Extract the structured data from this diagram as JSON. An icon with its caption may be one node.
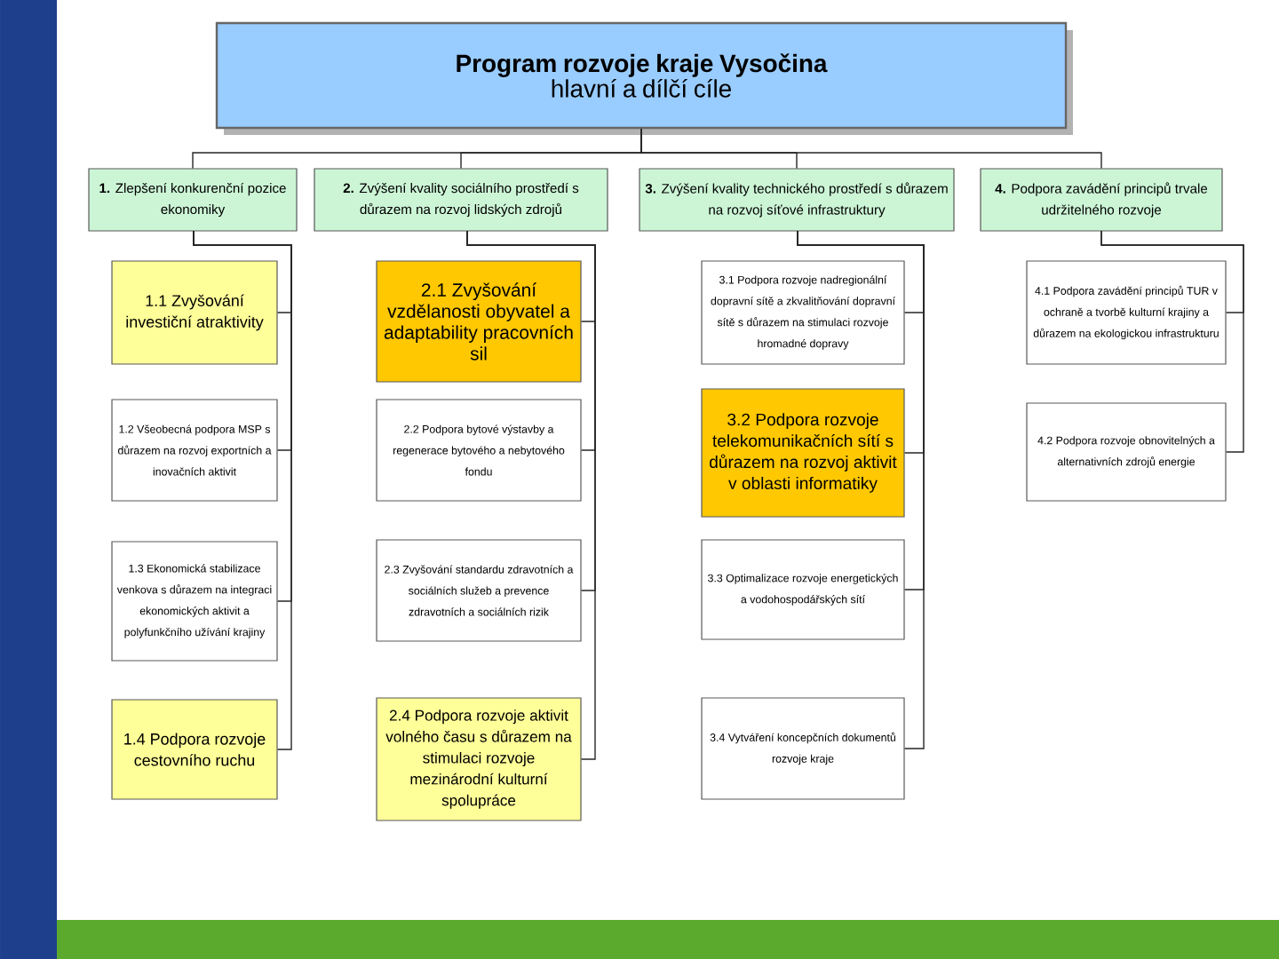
{
  "diagram": {
    "nodes": [
      {
        "text": [
          "Program rozvoje kraje Vysočina",
          "hlavní a dílčí cíle"
        ]
      },
      {
        "text": [
          "**1.** Zlepšení konkurenční pozice ekonomiky"
        ]
      },
      {
        "text": [
          "**2.** Zvýšení kvality sociálního prostředí s důrazem na rozvoj lidských zdrojů"
        ]
      },
      {
        "text": [
          "**3.** Zvýšení kvality technického prostředí s důrazem na rozvoj síťové infrastruktury"
        ]
      },
      {
        "text": [
          "**4.** Podpora zavádění principů trvale udržitelného rozvoje"
        ]
      },
      {
        "text": [
          "1.1 Zvyšování investiční atraktivity"
        ]
      },
      {
        "text": [
          "1.2 Všeobecná podpora MSP s důrazem na rozvoj exportních a inovačních aktivit"
        ]
      },
      {
        "text": [
          "1.3 Ekonomická stabilizace venkova s důrazem na integraci ekonomických aktivit a polyfunkčního užívání krajiny"
        ]
      },
      {
        "text": [
          "1.4 Podpora rozvoje cestovního ruchu"
        ]
      },
      {
        "text": [
          "2.1 Zvyšování vzdělanosti obyvatel a adaptability pracovních sil"
        ]
      },
      {
        "text": [
          "2.2 Podpora bytové výstavby a regenerace bytového a nebytového fondu"
        ]
      },
      {
        "text": [
          "2.3 Zvyšování standardu zdravotních a sociálních služeb a prevence zdravotních a sociálních rizik"
        ]
      },
      {
        "text": [
          "2.4 Podpora rozvoje aktivit volného času s důrazem na stimulaci rozvoje mezinárodní kulturní spolupráce"
        ]
      },
      {
        "text": [
          "3.1 Podpora rozvoje nadregionální dopravní sítě a zkvalitňování dopravní sítě s důrazem na stimulaci rozvoje hromadné dopravy"
        ]
      },
      {
        "text": [
          "3.2 Podpora rozvoje telekomunikačních sítí s důrazem na rozvoj aktivit v oblasti informatiky"
        ]
      },
      {
        "text": [
          "3.3 Optimalizace rozvoje energetických a vodohospodářských sítí"
        ]
      },
      {
        "text": [
          "3.4 Vytváření koncepčních dokumentů rozvoje kraje"
        ]
      },
      {
        "text": [
          "4.1 Podpora zavádění principů TUR v ochraně a tvorbě kulturní krajiny a důrazem na ekologickou infrastrukturu"
        ]
      },
      {
        "text": [
          "4.2 Podpora rozvoje obnovitelných a alternativních zdrojů energie"
        ]
      }
    ],
    "edges": [
      {
        "from": 0,
        "to": 1,
        "arrow": "none"
      },
      {
        "from": 0,
        "to": 2,
        "arrow": "none"
      },
      {
        "from": 0,
        "to": 3,
        "arrow": "none"
      },
      {
        "from": 0,
        "to": 4,
        "arrow": "none"
      },
      {
        "from": 1,
        "to": 5,
        "arrow": "none"
      },
      {
        "from": 1,
        "to": 6,
        "arrow": "none"
      },
      {
        "from": 1,
        "to": 7,
        "arrow": "none"
      },
      {
        "from": 1,
        "to": 8,
        "arrow": "none"
      },
      {
        "from": 2,
        "to": 9,
        "arrow": "none"
      },
      {
        "from": 2,
        "to": 10,
        "arrow": "none"
      },
      {
        "from": 2,
        "to": 11,
        "arrow": "none"
      },
      {
        "from": 2,
        "to": 12,
        "arrow": "none"
      },
      {
        "from": 3,
        "to": 13,
        "arrow": "none"
      },
      {
        "from": 3,
        "to": 14,
        "arrow": "none"
      },
      {
        "from": 3,
        "to": 15,
        "arrow": "none"
      },
      {
        "from": 3,
        "to": 16,
        "arrow": "none"
      },
      {
        "from": 4,
        "to": 17,
        "arrow": "none"
      },
      {
        "from": 4,
        "to": 18,
        "arrow": "none"
      }
    ]
  }
}
